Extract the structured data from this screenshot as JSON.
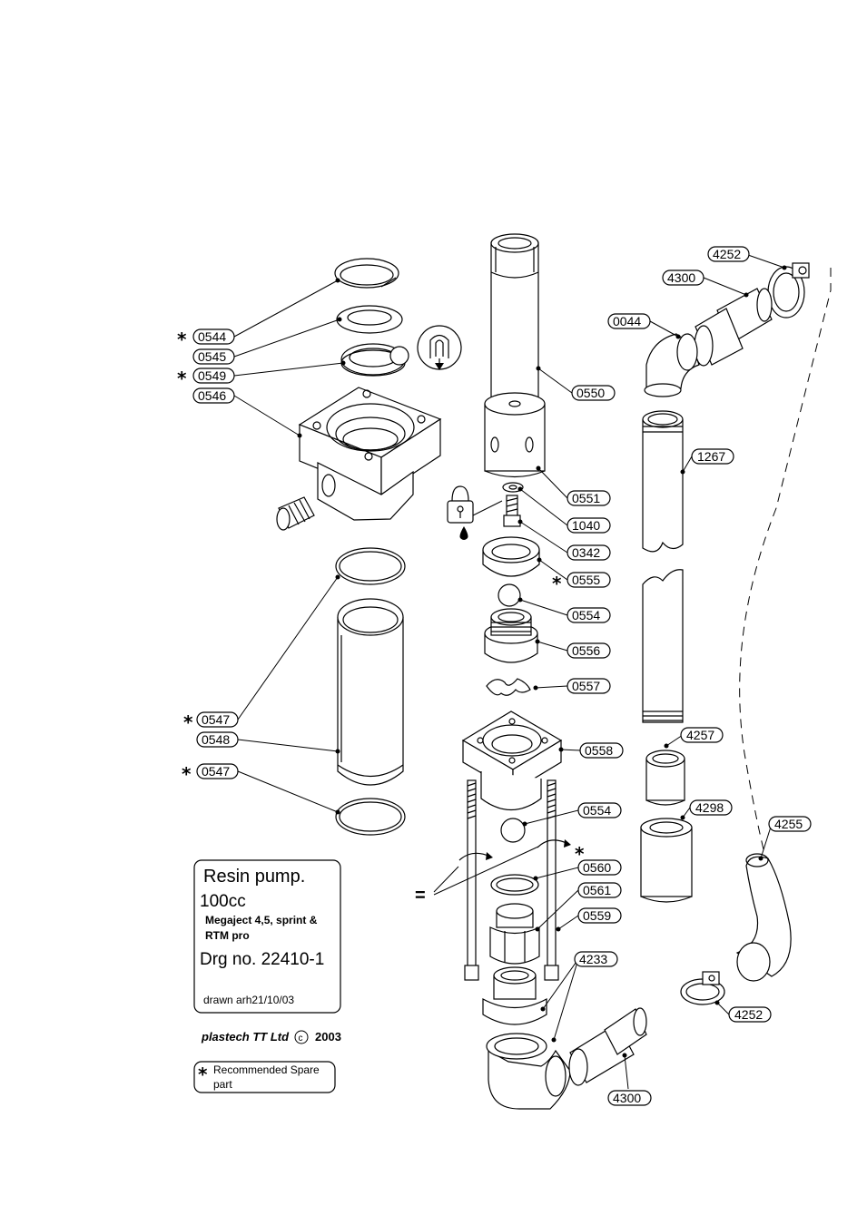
{
  "parts": [
    {
      "id": "544",
      "text": "0544",
      "spare": true
    },
    {
      "id": "545",
      "text": "0545",
      "spare": false
    },
    {
      "id": "549",
      "text": "0549",
      "spare": true
    },
    {
      "id": "546",
      "text": "0546",
      "spare": false
    },
    {
      "id": "550",
      "text": "0550",
      "spare": false
    },
    {
      "id": "551",
      "text": "0551",
      "spare": false
    },
    {
      "id": "1040",
      "text": "1040",
      "spare": false
    },
    {
      "id": "342",
      "text": "0342",
      "spare": false
    },
    {
      "id": "555",
      "text": "0555",
      "spare": true
    },
    {
      "id": "554a",
      "text": "0554",
      "spare": false
    },
    {
      "id": "556",
      "text": "0556",
      "spare": false
    },
    {
      "id": "557",
      "text": "0557",
      "spare": false
    },
    {
      "id": "558",
      "text": "0558",
      "spare": false
    },
    {
      "id": "554b",
      "text": "0554",
      "spare": false
    },
    {
      "id": "560",
      "text": "0560",
      "spare": true
    },
    {
      "id": "561",
      "text": "0561",
      "spare": false
    },
    {
      "id": "559",
      "text": "0559",
      "spare": false
    },
    {
      "id": "4233",
      "text": "4233",
      "spare": false
    },
    {
      "id": "4300b",
      "text": "4300",
      "spare": false
    },
    {
      "id": "547a",
      "text": "0547",
      "spare": true
    },
    {
      "id": "548",
      "text": "0548",
      "spare": false
    },
    {
      "id": "547b",
      "text": "0547",
      "spare": true
    },
    {
      "id": "4252a",
      "text": "4252",
      "spare": false
    },
    {
      "id": "4300a",
      "text": "4300",
      "spare": false
    },
    {
      "id": "0044",
      "text": "0044",
      "spare": false
    },
    {
      "id": "1267",
      "text": "1267",
      "spare": false
    },
    {
      "id": "4257",
      "text": "4257",
      "spare": false
    },
    {
      "id": "4298",
      "text": "4298",
      "spare": false
    },
    {
      "id": "4255",
      "text": "4255",
      "spare": false
    },
    {
      "id": "4252b",
      "text": "4252",
      "spare": false
    }
  ],
  "title_block": {
    "line1": "Resin pump.",
    "line2": "100cc",
    "line3": "Megaject 4,5, sprint &",
    "line4": "RTM pro",
    "line5": "Drg no. 22410-1",
    "line6": "drawn arh21/10/03"
  },
  "copyright": {
    "company": "plastech TT Ltd",
    "symbol": "c",
    "year": "2003"
  },
  "legend": {
    "symbol": "*",
    "line1": "Recommended Spare",
    "line2": "part"
  },
  "equals_symbol": "=",
  "spare_marker": "*",
  "icons": [
    "downward-flow-icon",
    "padlock-icon",
    "oil-drop-icon",
    "rotation-arrow-icon"
  ]
}
